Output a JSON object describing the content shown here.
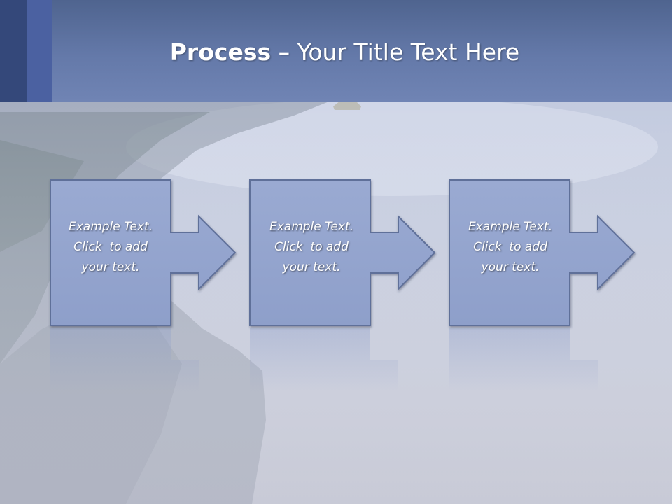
{
  "title": {
    "bold": "Process",
    "rest": " – Your Title Text Here"
  },
  "steps": [
    {
      "line1": "Example Text.",
      "line2": "Click  to add",
      "line3": "your text."
    },
    {
      "line1": "Example Text.",
      "line2": "Click  to add",
      "line3": "your text."
    },
    {
      "line1": "Example Text.",
      "line2": "Click  to add",
      "line3": "your text."
    }
  ],
  "colors": {
    "header": "#6479a9",
    "accent_dark": "#34487a",
    "accent_mid": "#4b61a1",
    "box_fill": "#98a8d0",
    "box_stroke": "#5f6f99"
  }
}
